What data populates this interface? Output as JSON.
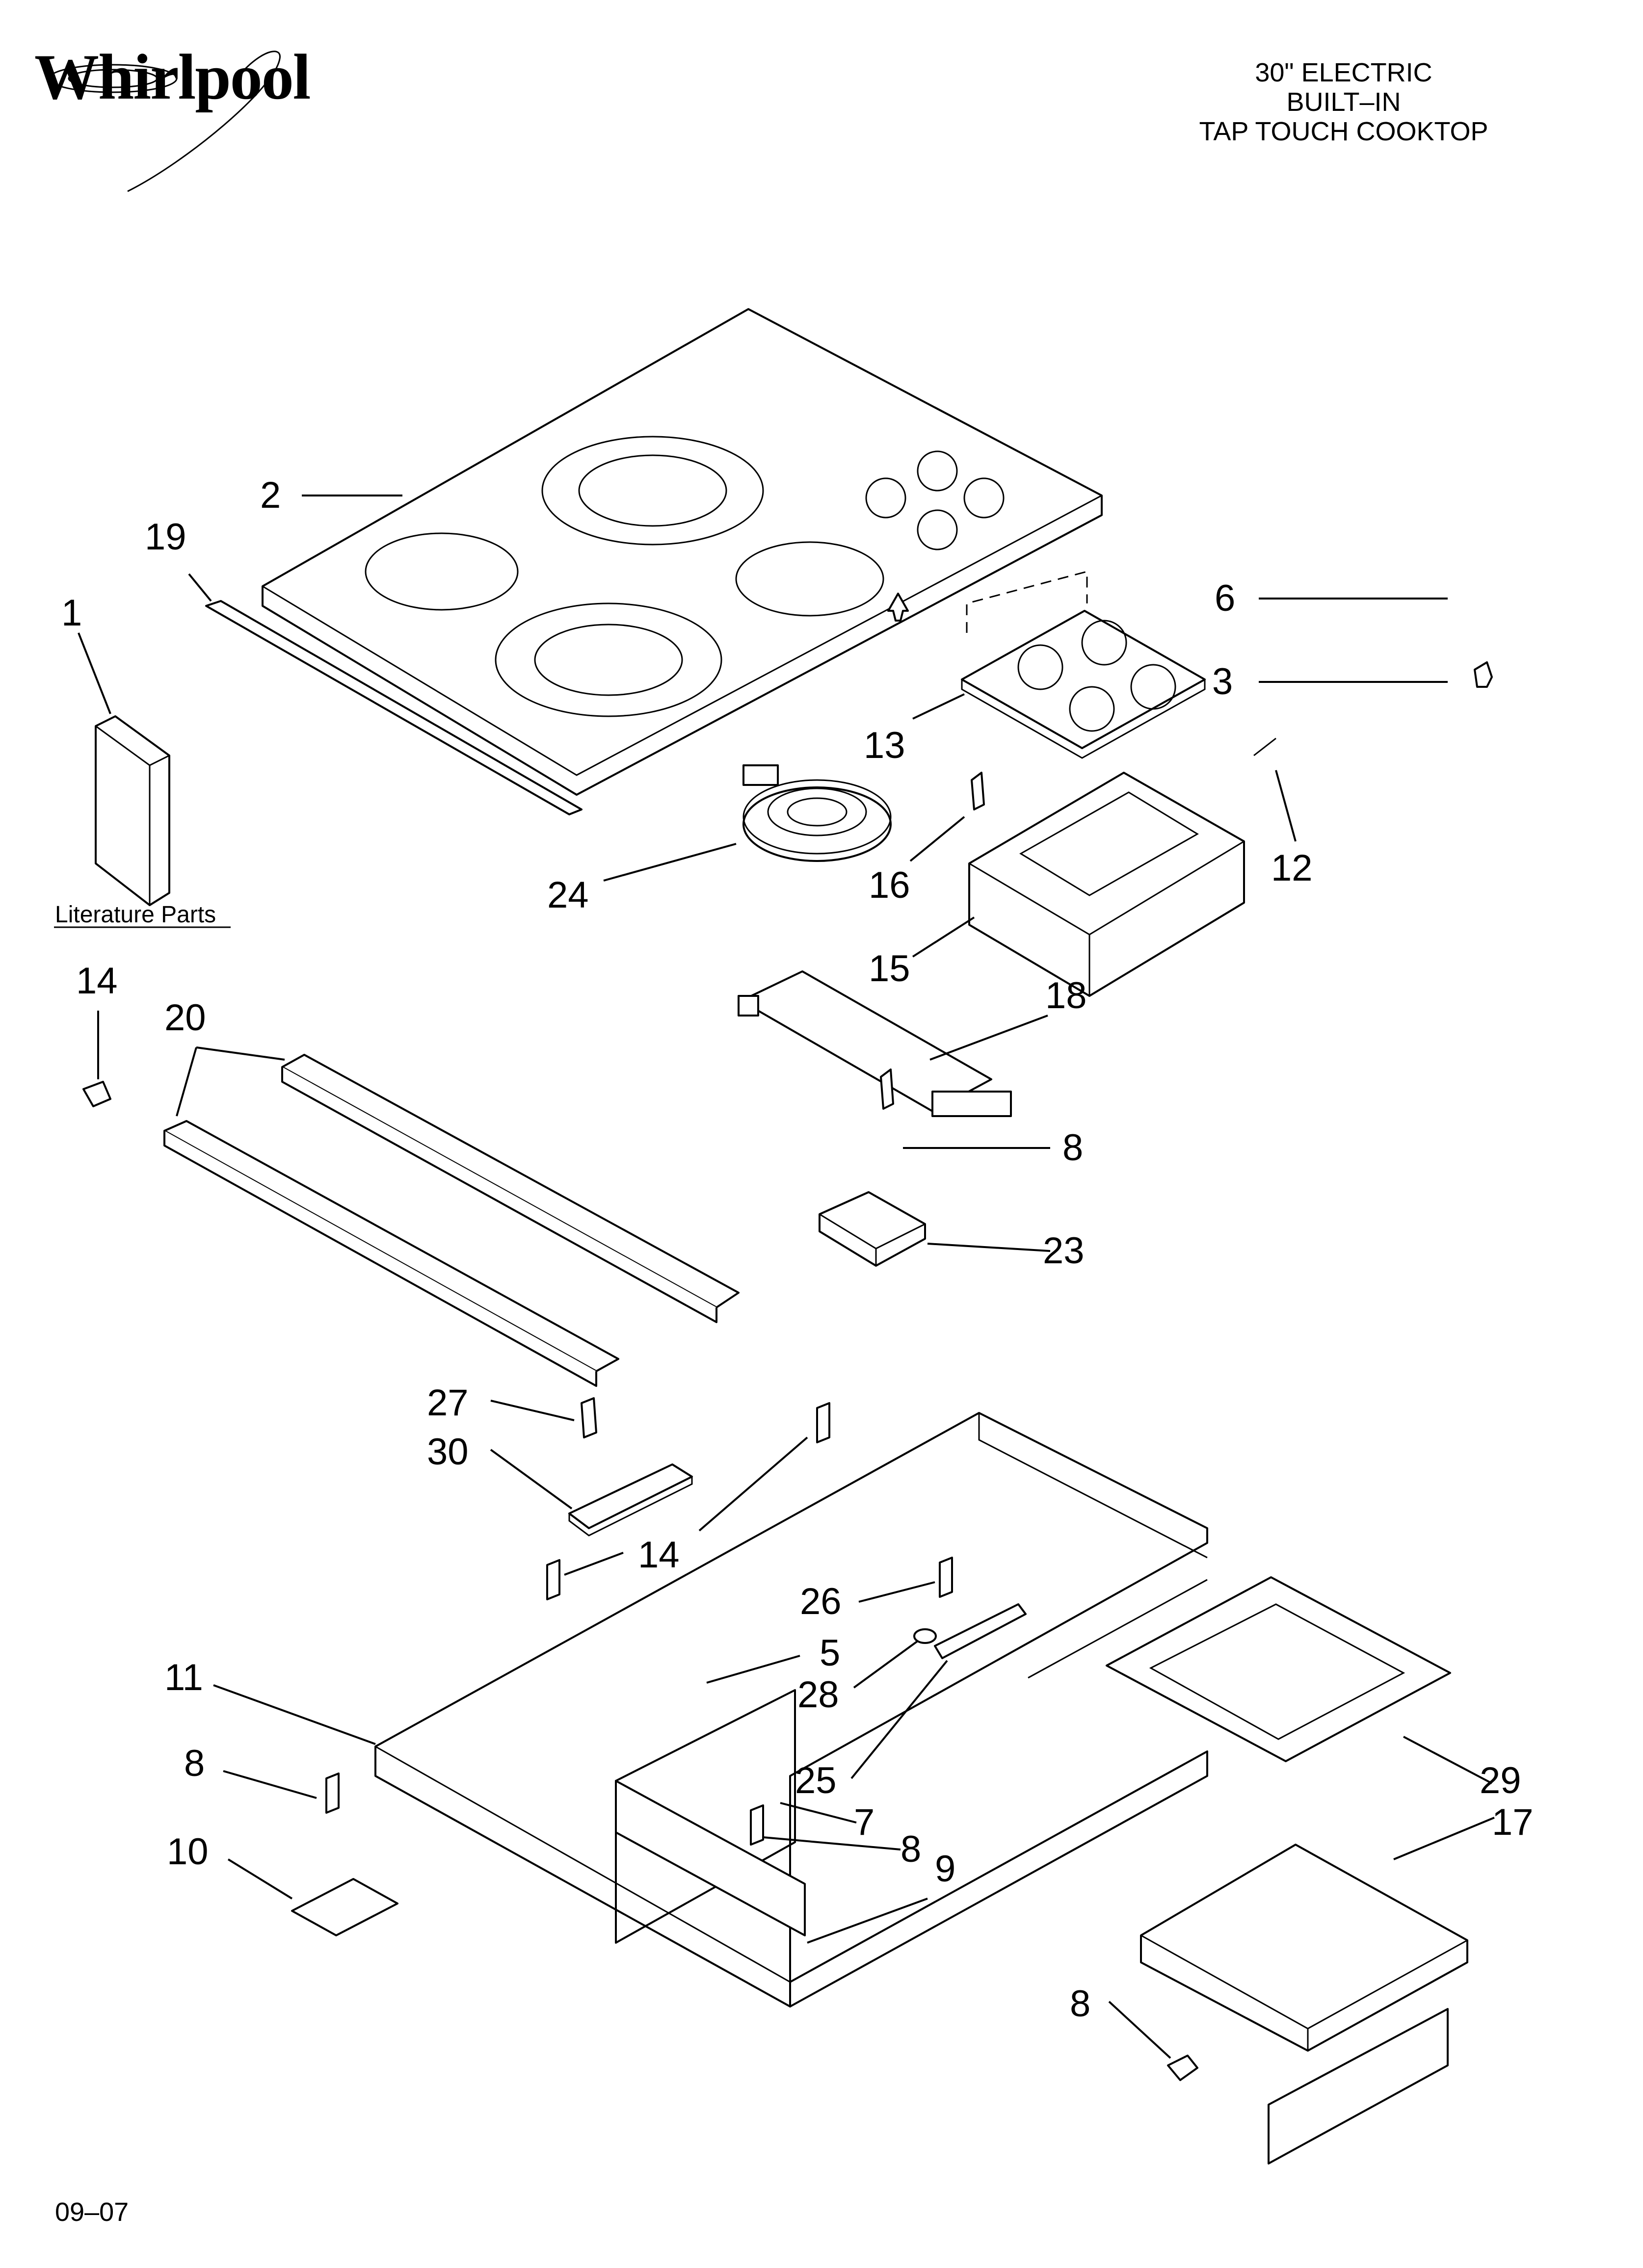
{
  "header": {
    "brand": "Whirlpool",
    "title_lines": [
      "30\" ELECTRIC",
      "BUILT–IN",
      "TAP TOUCH COOKTOP"
    ]
  },
  "footer": {
    "code": "09–07"
  },
  "literature_label": "Literature Parts",
  "callouts": [
    {
      "id": "2",
      "label": "2"
    },
    {
      "id": "19",
      "label": "19"
    },
    {
      "id": "1",
      "label": "1"
    },
    {
      "id": "6",
      "label": "6"
    },
    {
      "id": "3",
      "label": "3"
    },
    {
      "id": "13",
      "label": "13"
    },
    {
      "id": "12",
      "label": "12"
    },
    {
      "id": "24",
      "label": "24"
    },
    {
      "id": "16",
      "label": "16"
    },
    {
      "id": "15",
      "label": "15"
    },
    {
      "id": "18",
      "label": "18"
    },
    {
      "id": "14a",
      "label": "14"
    },
    {
      "id": "20",
      "label": "20"
    },
    {
      "id": "8a",
      "label": "8"
    },
    {
      "id": "23",
      "label": "23"
    },
    {
      "id": "27",
      "label": "27"
    },
    {
      "id": "30",
      "label": "30"
    },
    {
      "id": "14b",
      "label": "14"
    },
    {
      "id": "26",
      "label": "26"
    },
    {
      "id": "5",
      "label": "5"
    },
    {
      "id": "11",
      "label": "11"
    },
    {
      "id": "28",
      "label": "28"
    },
    {
      "id": "8b",
      "label": "8"
    },
    {
      "id": "25",
      "label": "25"
    },
    {
      "id": "29",
      "label": "29"
    },
    {
      "id": "7",
      "label": "7"
    },
    {
      "id": "10",
      "label": "10"
    },
    {
      "id": "8c",
      "label": "8"
    },
    {
      "id": "9",
      "label": "9"
    },
    {
      "id": "17",
      "label": "17"
    },
    {
      "id": "8d",
      "label": "8"
    }
  ]
}
